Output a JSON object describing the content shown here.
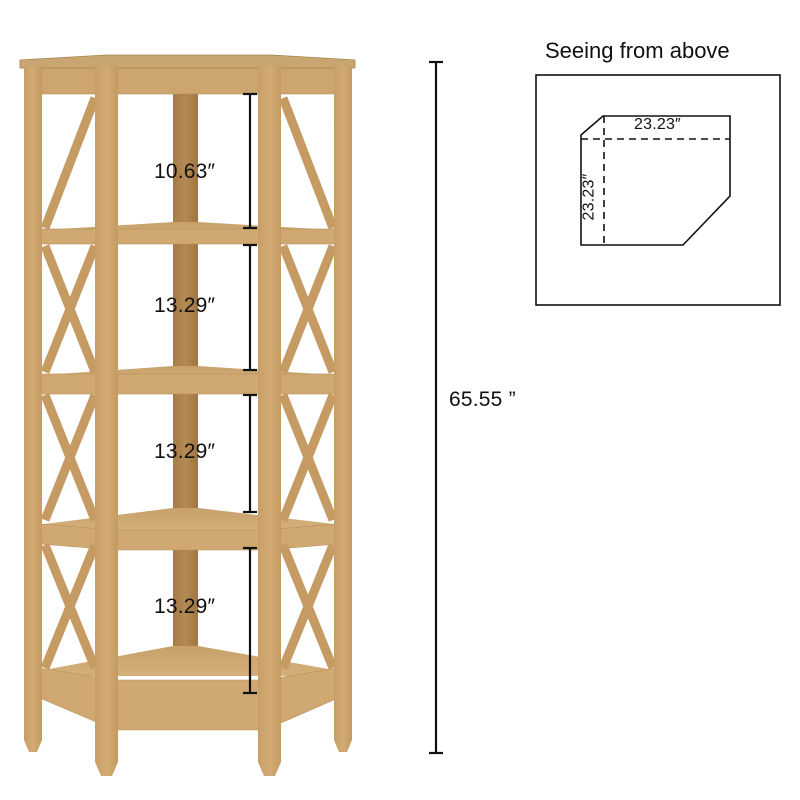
{
  "product": {
    "type": "corner-shelf",
    "wood_color": "#C9A06A",
    "wood_dark": "#A9804C",
    "wood_light": "#D8B580",
    "shelf_count": 5
  },
  "shelf_dimensions": [
    {
      "label": "10.63″",
      "value": 10.63,
      "unit": "in"
    },
    {
      "label": "13.29″",
      "value": 13.29,
      "unit": "in"
    },
    {
      "label": "13.29″",
      "value": 13.29,
      "unit": "in"
    },
    {
      "label": "13.29″",
      "value": 13.29,
      "unit": "in"
    }
  ],
  "overall_height": {
    "label": "65.55 ”",
    "value": 65.55,
    "unit": "in"
  },
  "top_view": {
    "title": "Seeing from above",
    "width_label": "23.23″",
    "depth_label": "23.23″",
    "width": 23.23,
    "depth": 23.23
  },
  "colors": {
    "line": "#111111",
    "background": "#ffffff"
  }
}
